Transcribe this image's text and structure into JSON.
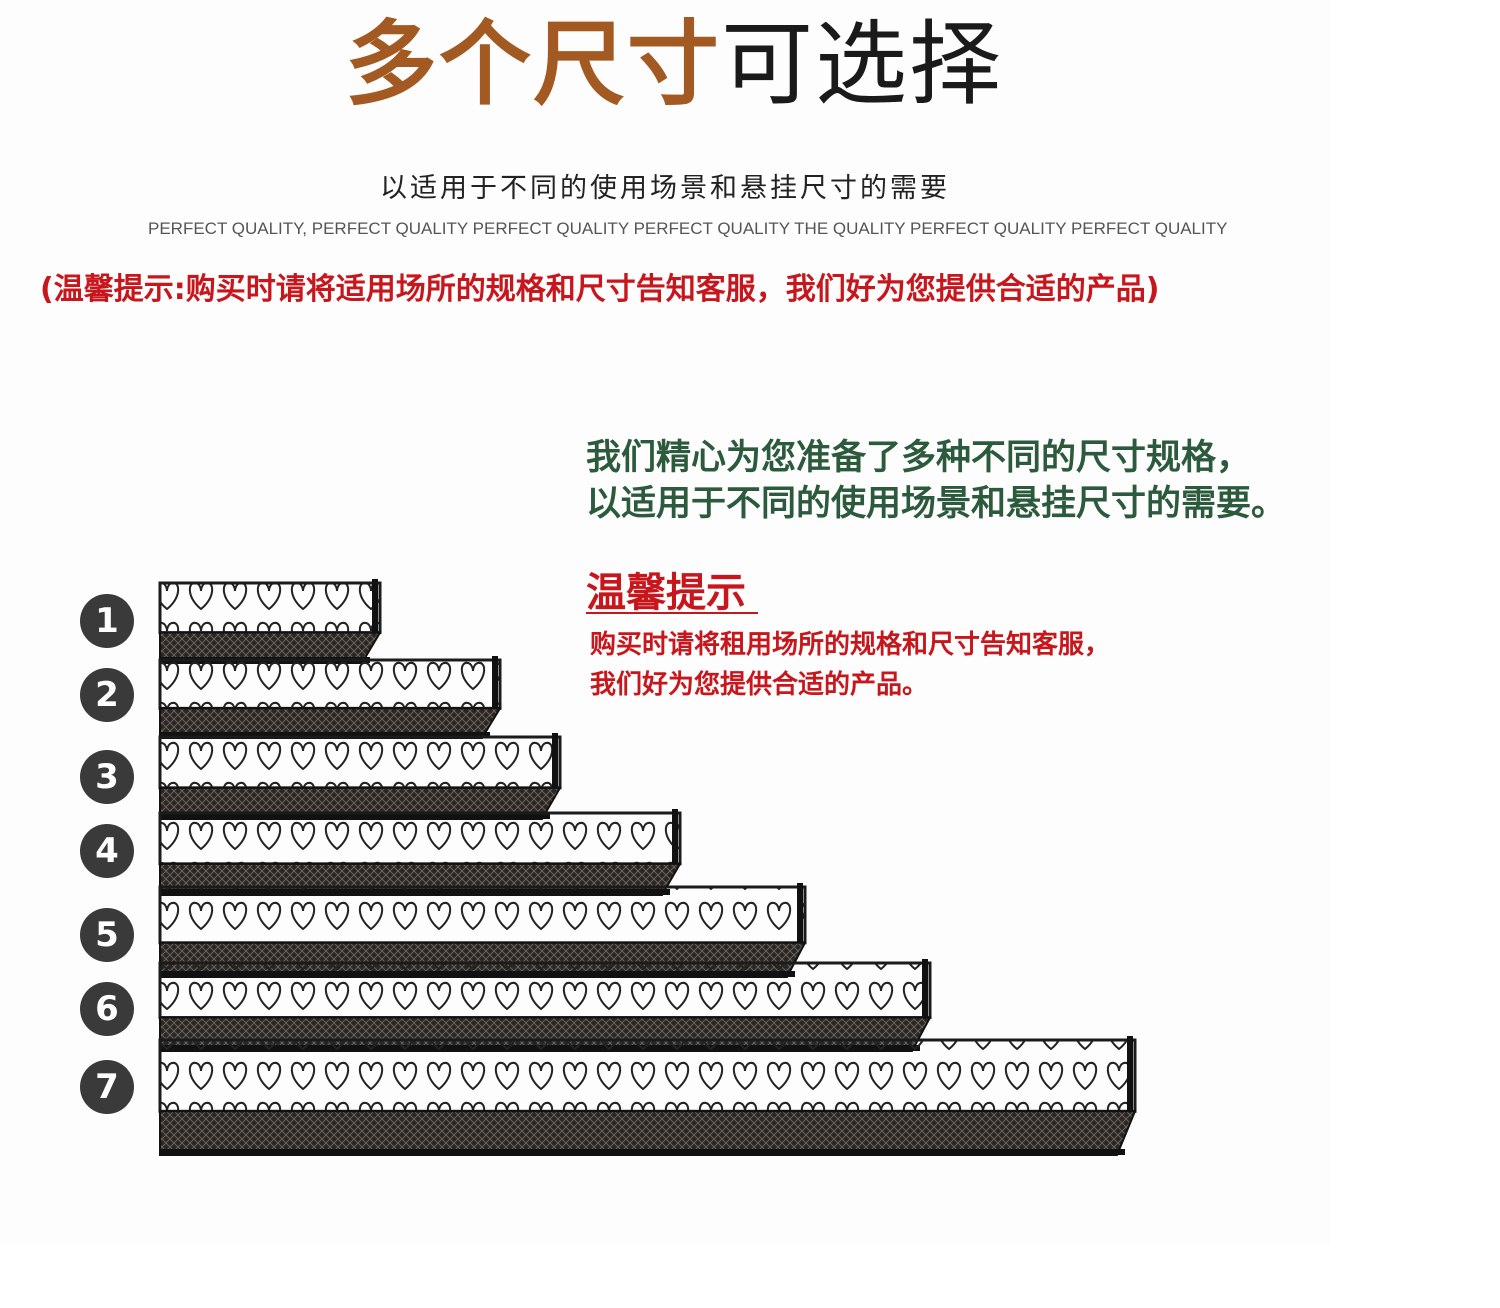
{
  "headline": {
    "accent": "多个尺寸",
    "plain": "可选择"
  },
  "subtitle": "以适用于不同的使用场景和悬挂尺寸的需要",
  "quality_line": "PERFECT QUALITY, PERFECT QUALITY PERFECT QUALITY PERFECT QUALITY  THE QUALITY PERFECT QUALITY PERFECT QUALITY",
  "notice": "(温馨提示:购买时请将适用场所的规格和尺寸告知客服，我们好为您提供合适的产品)",
  "intro": {
    "line1": "我们精心为您准备了多种不同的尺寸规格，",
    "line2": "以适用于不同的使用场景和悬挂尺寸的需要。"
  },
  "tip": {
    "title": "温馨提示",
    "line1": "购买时请将租用场所的规格和尺寸告知客服，",
    "line2": "我们好为您提供合适的产品。"
  },
  "sizes": [
    "1",
    "2",
    "3",
    "4",
    "5",
    "6",
    "7"
  ],
  "colors": {
    "accent": "#a35a22",
    "red": "#c8161d",
    "green": "#2c5a3c",
    "badge": "#3a3a3a"
  }
}
